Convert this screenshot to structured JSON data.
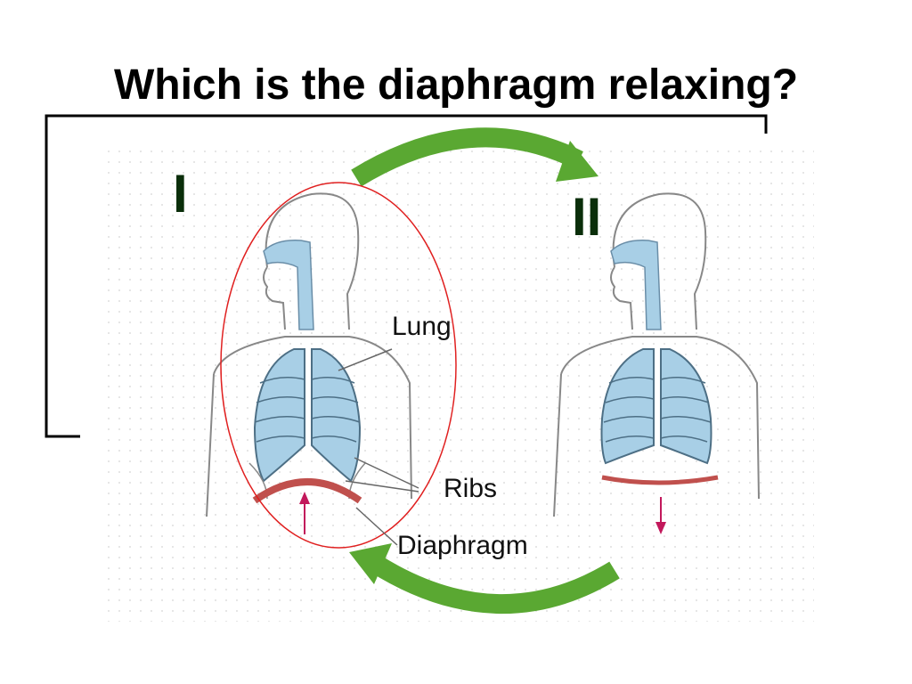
{
  "title": "Which is the diaphragm relaxing?",
  "panels": [
    {
      "label": "I",
      "diaphragm_arrow": "up"
    },
    {
      "label": "II",
      "diaphragm_arrow": "down"
    }
  ],
  "labels": {
    "lung": "Lung",
    "ribs": "Ribs",
    "diaphragm": "Diaphragm"
  },
  "colors": {
    "lung_fill": "#a8cfe6",
    "cycle_arrow": "#5aa832",
    "diaphragm": "#c0504d",
    "highlight_ellipse": "#e02020",
    "diaphragm_arrow": "#c2185b",
    "label_dark_green": "#0a2e0a"
  }
}
